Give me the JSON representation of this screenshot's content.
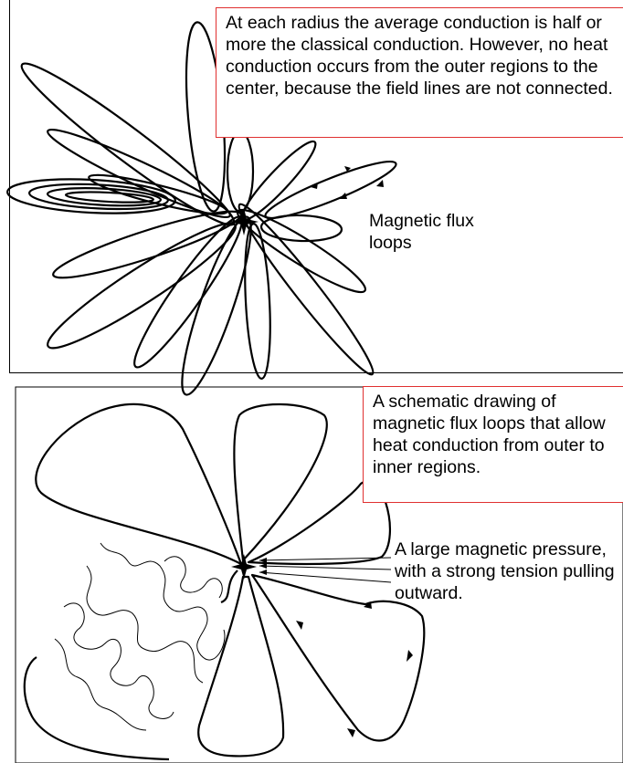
{
  "top_panel": {
    "callout_text": "At each radius the average conduction is half or more the classical conduction. However, no heat conduction occurs from the outer regions to the center, because the field lines are not connected.",
    "loops_label": "Magnetic flux loops"
  },
  "bottom_panel": {
    "callout_text": "A schematic drawing of magnetic flux loops that allow heat conduction from outer to inner regions.",
    "pressure_label": "A large magnetic pressure, with a strong tension pulling outward."
  }
}
